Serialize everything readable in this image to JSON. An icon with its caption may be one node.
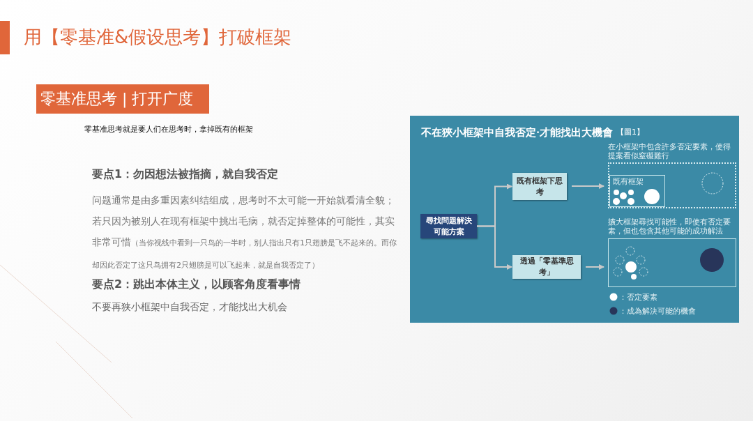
{
  "diagram": {
    "title": "用【零基准&假设思考】打破框架",
    "nodes": [
      {
        "text": [
          "尋找問題解決可能方案"
        ]
      },
      {
        "text": [
          "既有框架下思考"
        ]
      },
      {
        "text": [
          "透過「零基準思考」"
        ]
      },
      {
        "text": [
          "在小框架中包含許多否定要素，使得提案看似窒礙難行"
        ]
      },
      {
        "text": [
          "既有框架"
        ],
        "in": 3
      },
      {
        "text": [
          "擴大框架尋找可能性，即使有否定要素，但也包含其他可能的成功解法"
        ]
      }
    ],
    "edges": [
      {
        "from": 0,
        "to": 1,
        "arrow": "to"
      },
      {
        "from": 0,
        "to": 2,
        "arrow": "to"
      },
      {
        "from": 1,
        "to": 3,
        "arrow": "to"
      },
      {
        "from": 2,
        "to": 5,
        "arrow": "to"
      }
    ],
    "labels": [
      "零基准思考 | 打开广度",
      "零基准思考就是要人们在思考时，拿掉既有的框架",
      "要点1：勿因想法被指摘，就自我否定",
      "问题通常是由多重因素纠结组成，思考时不太可能一开始就看清全貌；若只因为被别人在现有框架中挑出毛病，就否定掉整体的可能性，其实非常可惜",
      "（当你视线中看到一只鸟的一半时，别人指出只有1只翅膀是飞不起来的。而你却因此否定了这只鸟拥有2只翅膀是可以飞起来，就是自我否定了）",
      "要点2：跳出本体主义，以顾客角度看事情",
      "不要再狭小框架中自我否定，才能找出大机会",
      "不在狹小框架中自我否定·才能找出大機會",
      "【圖1】"
    ],
    "legend": [
      {
        "text": "：否定要素",
        "color": "#ffffff"
      },
      {
        "text": "：成為解決可能的機會",
        "color": "#28355a"
      }
    ]
  }
}
